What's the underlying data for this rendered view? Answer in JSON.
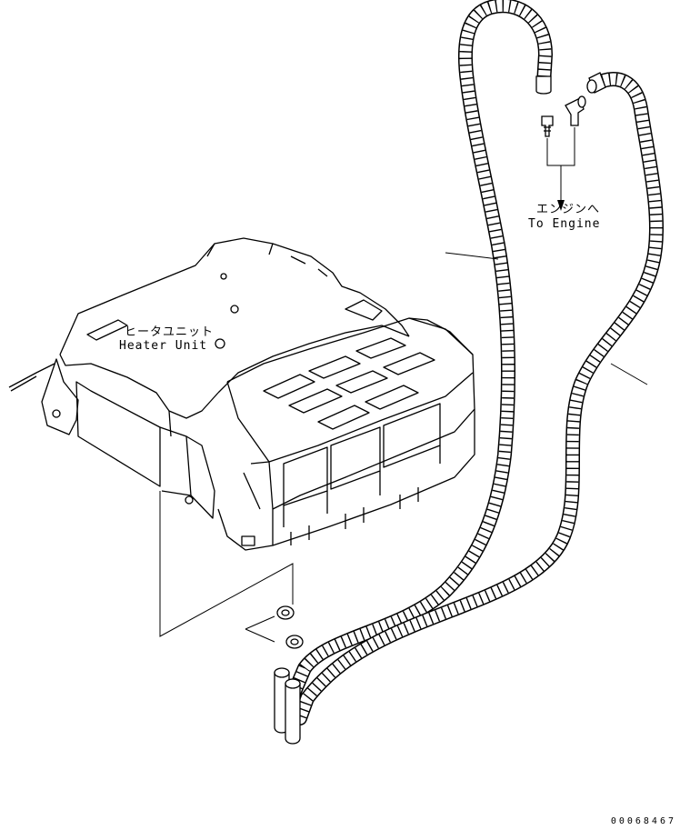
{
  "labels": {
    "heater_unit_jp": "ヒータユニット",
    "heater_unit_en": "Heater Unit",
    "to_engine_jp": "エンジンへ",
    "to_engine_en": "To Engine"
  },
  "drawing_number": "00068467"
}
